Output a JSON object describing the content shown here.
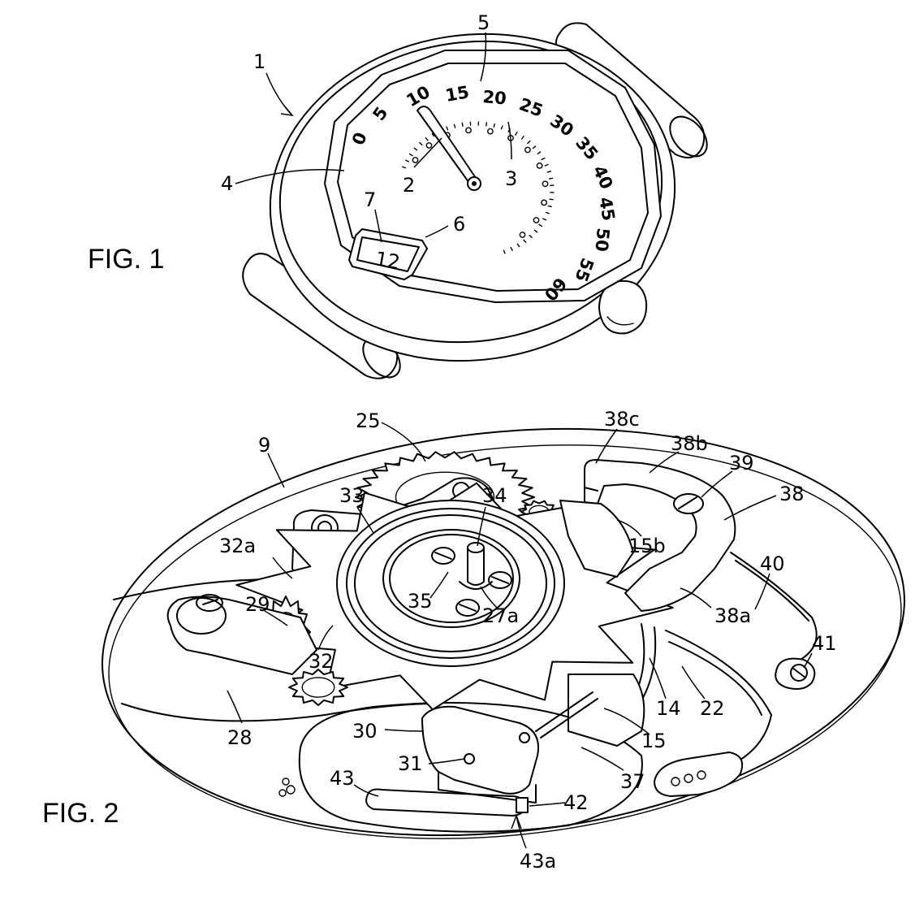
{
  "figures": [
    {
      "id": "fig1",
      "caption": "FIG. 1",
      "dial_scale": [
        "0",
        "5",
        "10",
        "15",
        "20",
        "25",
        "30",
        "35",
        "40",
        "45",
        "50",
        "55",
        "60"
      ],
      "window_digit": "12",
      "labels": [
        "1",
        "2",
        "3",
        "4",
        "5",
        "6",
        "7"
      ]
    },
    {
      "id": "fig2",
      "caption": "FIG. 2",
      "labels": [
        "9",
        "25",
        "38c",
        "38b",
        "39",
        "38",
        "33",
        "34",
        "32a",
        "15b",
        "40",
        "35",
        "27a",
        "38a",
        "29",
        "41",
        "32",
        "14",
        "22",
        "28",
        "30",
        "15",
        "31",
        "37",
        "43",
        "42",
        "43a"
      ]
    }
  ]
}
